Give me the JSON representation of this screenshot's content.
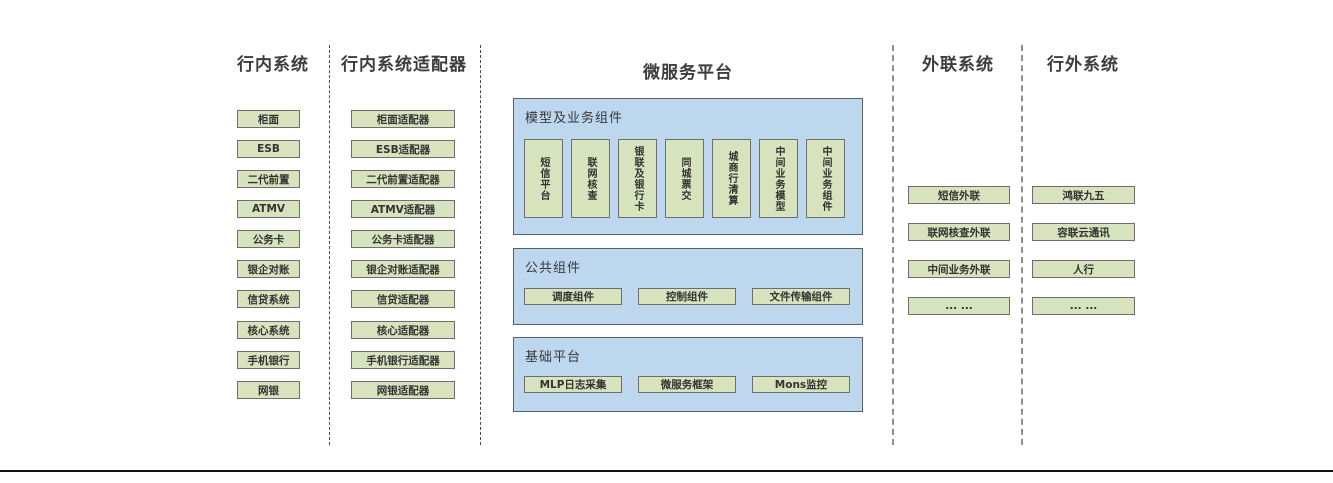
{
  "columns": {
    "internal": {
      "title": "行内系统",
      "items": [
        "柜面",
        "ESB",
        "二代前置",
        "ATMV",
        "公务卡",
        "银企对账",
        "信贷系统",
        "核心系统",
        "手机银行",
        "网银"
      ]
    },
    "adapters": {
      "title": "行内系统适配器",
      "items": [
        "柜面适配器",
        "ESB适配器",
        "二代前置适配器",
        "ATMV适配器",
        "公务卡适配器",
        "银企对账适配器",
        "信贷适配器",
        "核心适配器",
        "手机银行适配器",
        "网银适配器"
      ]
    },
    "platform": {
      "title": "微服务平台",
      "groups": [
        {
          "title": "模型及业务组件",
          "items": [
            "短信平台",
            "联网核查",
            "银联及银行卡",
            "同城票交",
            "城商行清算",
            "中间业务模型",
            "中间业务组件"
          ]
        },
        {
          "title": "公共组件",
          "items": [
            "调度组件",
            "控制组件",
            "文件传输组件"
          ]
        },
        {
          "title": "基础平台",
          "items": [
            "MLP日志采集",
            "微服务框架",
            "Mons监控"
          ]
        }
      ]
    },
    "external_link": {
      "title": "外联系统",
      "items": [
        "短信外联",
        "联网核查外联",
        "中间业务外联",
        "... ..."
      ]
    },
    "external": {
      "title": "行外系统",
      "items": [
        "鸿联九五",
        "容联云通讯",
        "人行",
        "... ..."
      ]
    }
  },
  "colors": {
    "panel_blue": "#bdd7ee",
    "panel_border": "#57606b",
    "box_green": "#d6e3bc",
    "box_border": "#6e6e6e",
    "text": "#3d3d3d"
  }
}
